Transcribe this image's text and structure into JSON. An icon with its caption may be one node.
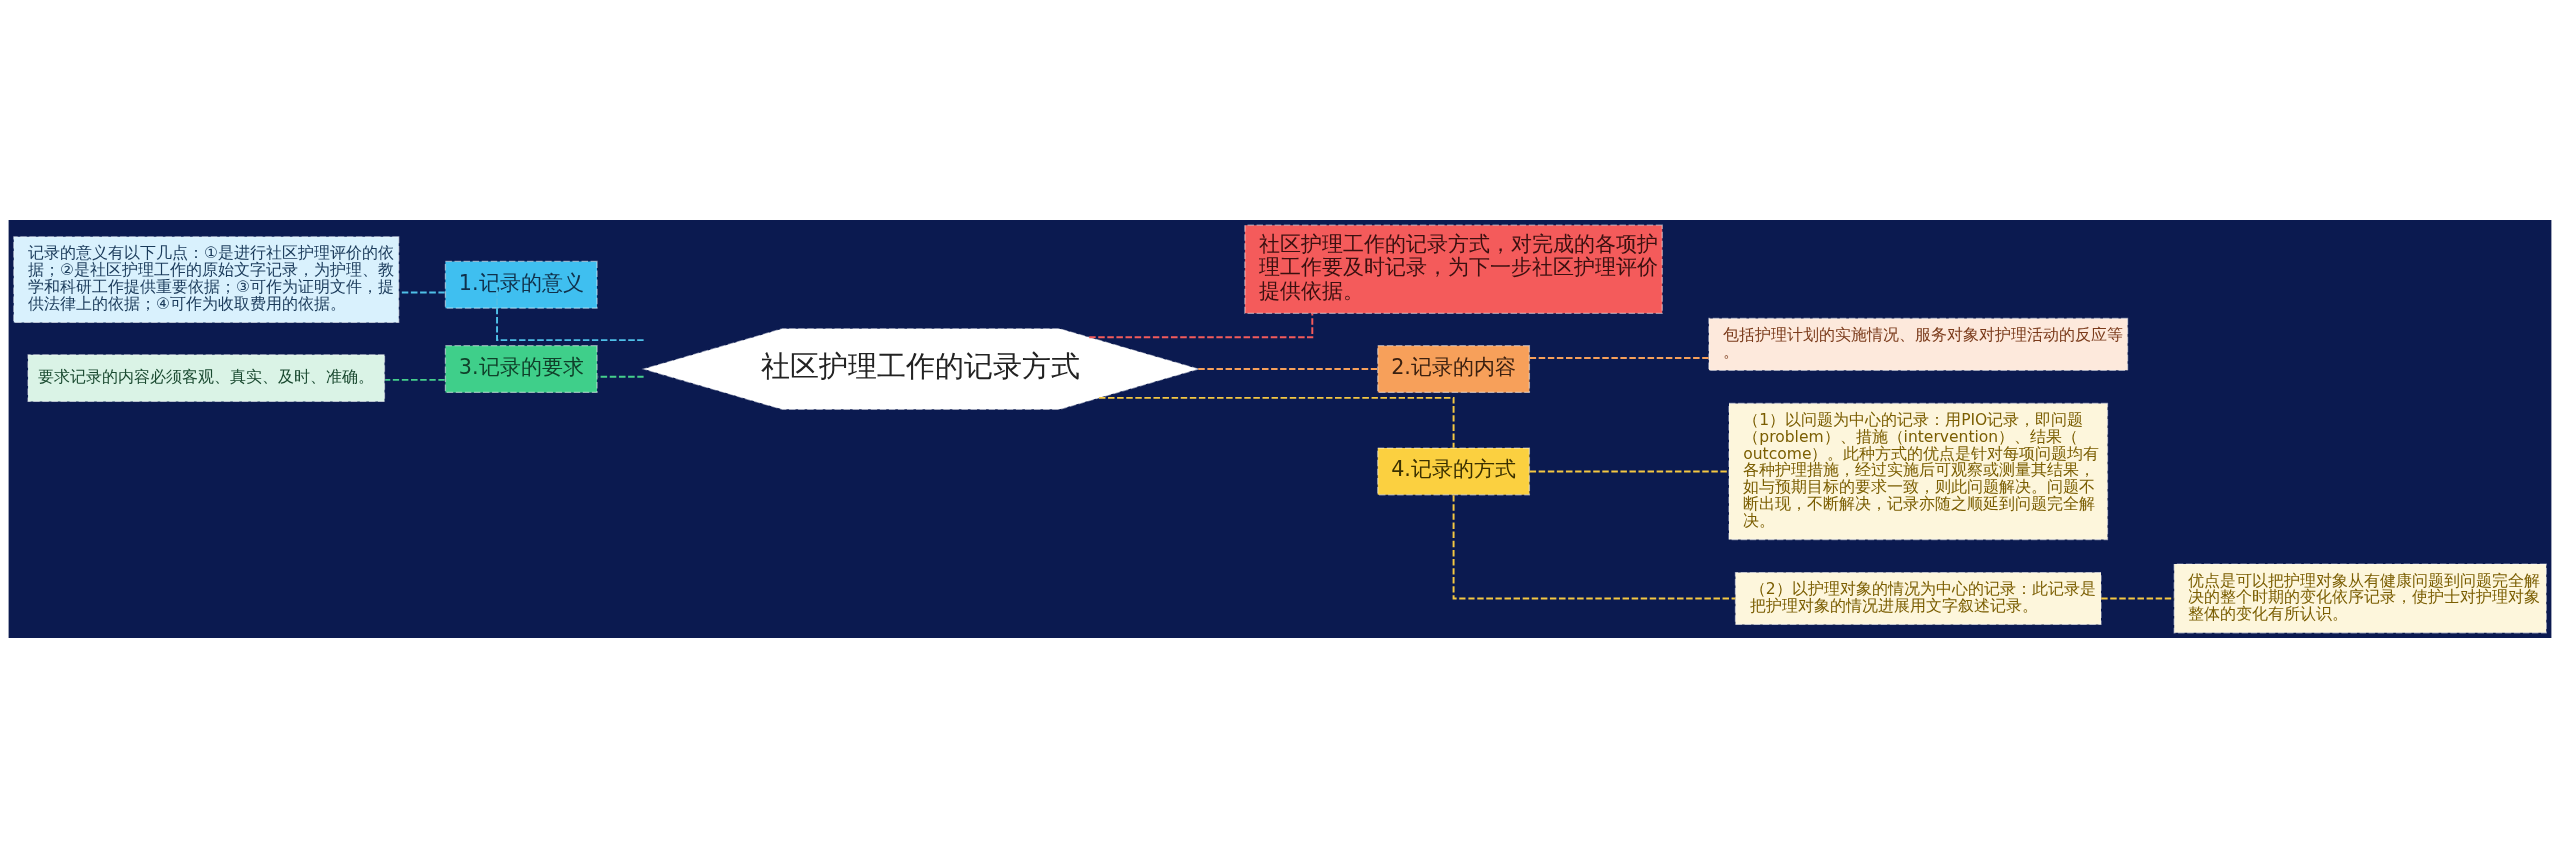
{
  "diagram": {
    "nodes": [
      {
        "text": [
          "社区护理工作的记录方式"
        ]
      },
      {
        "text": [
          "社区护理工作的记录方式，对完成的各项护理工作要及时记录，为下一步社区护理评价提供依据。"
        ]
      },
      {
        "text": [
          "2.记录的内容"
        ]
      },
      {
        "text": [
          "包括护理计划的实施情况、服务对象对护理活动的反应等。"
        ]
      },
      {
        "text": [
          "4.记录的方式"
        ]
      },
      {
        "text": [
          "（1）以问题为中心的记录：用PIO记录，即问题（problem）、措施（intervention）、结果（outcome）。此种方式的优点是针对每项问题均有各种护理措施，经过实施后可观察或测量其结果，如与预期目标的要求一致，则此问题解决。问题不断出现，不断解决，记录亦随之顺延到问题完全解决。"
        ]
      },
      {
        "text": [
          "（2）以护理对象的情况为中心的记录：此记录是把护理对象的情况进展用文字叙述记录。"
        ]
      },
      {
        "text": [
          "优点是可以把护理对象从有健康问题到问题完全解决的整个时期的变化依序记录，使护士对护理对象整体的变化有所认识。"
        ]
      },
      {
        "text": [
          "1.记录的意义"
        ]
      },
      {
        "text": [
          "记录的意义有以下几点：①是进行社区护理评价的依据；②是社区护理工作的原始文字记录，为护理、教学和科研工作提供重要依据；③可作为证明文件，提供法律上的依据；④可作为收取费用的依据。"
        ]
      },
      {
        "text": [
          "3.记录的要求"
        ]
      },
      {
        "text": [
          "要求记录的内容必须客观、真实、及时、准确。"
        ]
      }
    ],
    "edges": [
      {
        "from": 0,
        "to": 1,
        "arrow": "none",
        "style": "dashed",
        "color": "#f45b5b"
      },
      {
        "from": 0,
        "to": 2,
        "arrow": "none",
        "style": "dashed",
        "color": "#f7a05a"
      },
      {
        "from": 2,
        "to": 3,
        "arrow": "none",
        "style": "dashed",
        "color": "#f7a05a"
      },
      {
        "from": 0,
        "to": 4,
        "arrow": "none",
        "style": "dashed"
      },
      {
        "from": 4,
        "to": 5,
        "arrow": "none",
        "style": "dashed"
      },
      {
        "from": 4,
        "to": 6,
        "arrow": "none",
        "style": "dashed"
      },
      {
        "from": 6,
        "to": 7,
        "arrow": "none",
        "style": "dashed"
      },
      {
        "from": 0,
        "to": 8,
        "arrow": "none",
        "style": "dashed",
        "color": "#4fc0e8"
      },
      {
        "from": 8,
        "to": 9,
        "arrow": "none",
        "style": "dashed",
        "color": "#4fc0e8"
      },
      {
        "from": 0,
        "to": 10,
        "arrow": "none",
        "style": "dashed",
        "color": "#46cf8c"
      },
      {
        "from": 10,
        "to": 11,
        "arrow": "none",
        "style": "dashed",
        "color": "#46cf8c"
      }
    ]
  }
}
